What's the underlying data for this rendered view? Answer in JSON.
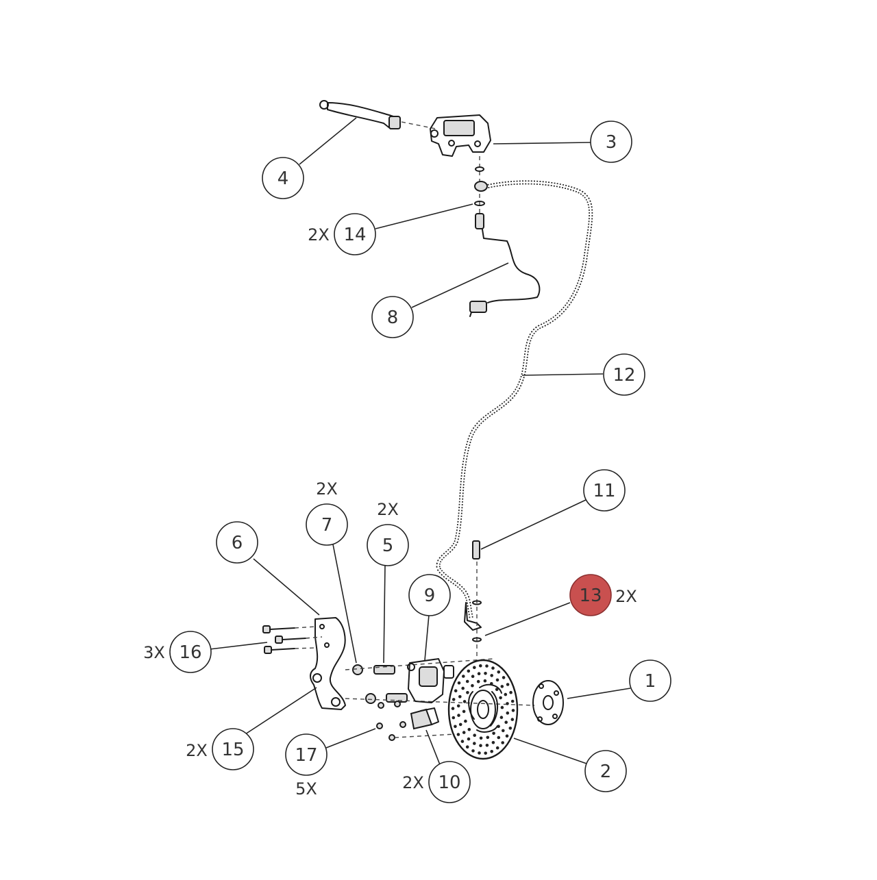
{
  "diagram": {
    "callouts": [
      {
        "id": "1",
        "qty": ""
      },
      {
        "id": "2",
        "qty": ""
      },
      {
        "id": "3",
        "qty": ""
      },
      {
        "id": "4",
        "qty": ""
      },
      {
        "id": "5",
        "qty": "2X"
      },
      {
        "id": "6",
        "qty": ""
      },
      {
        "id": "7",
        "qty": "2X"
      },
      {
        "id": "8",
        "qty": ""
      },
      {
        "id": "9",
        "qty": ""
      },
      {
        "id": "10",
        "qty": "2X"
      },
      {
        "id": "11",
        "qty": ""
      },
      {
        "id": "12",
        "qty": ""
      },
      {
        "id": "13",
        "qty": "2X",
        "highlighted": true
      },
      {
        "id": "14",
        "qty": "2X"
      },
      {
        "id": "15",
        "qty": "2X"
      },
      {
        "id": "16",
        "qty": "3X"
      },
      {
        "id": "17",
        "qty": "5X"
      }
    ],
    "colors": {
      "highlight": "#c9504f",
      "line": "#222222",
      "background": "#ffffff"
    }
  }
}
